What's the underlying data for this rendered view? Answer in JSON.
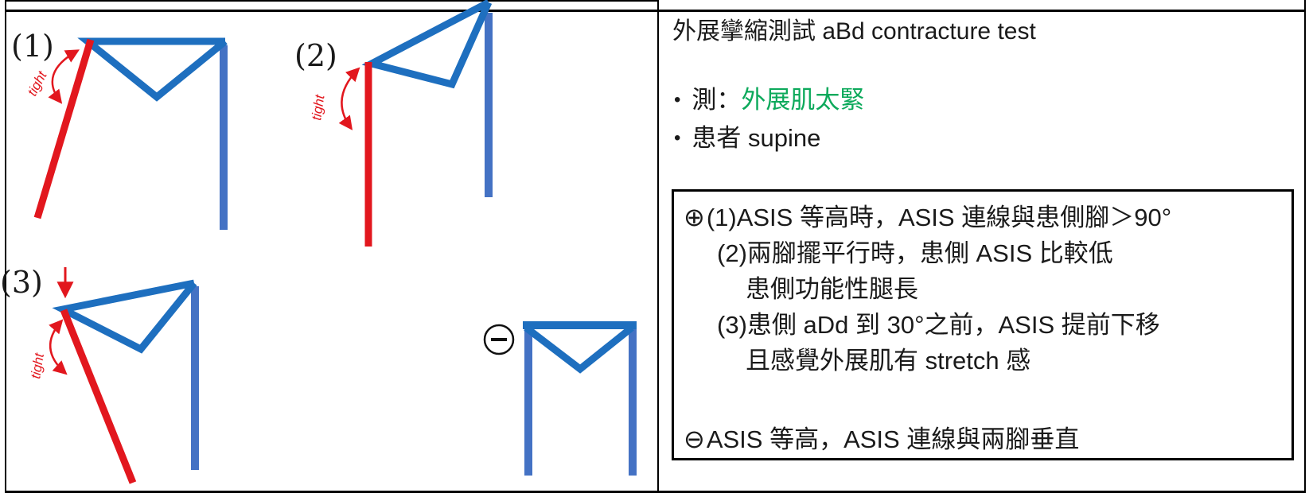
{
  "colors": {
    "diagram_blue": "#1e6fbf",
    "leg_blue": "#4472c4",
    "annotation_red": "#e2171e",
    "highlight_green": "#0ca95b",
    "border_black": "#000000"
  },
  "left_cell": {
    "figures": {
      "fig1": {
        "label": "(1)",
        "annotation": "tight"
      },
      "fig2": {
        "label": "(2)",
        "annotation": "tight"
      },
      "fig3": {
        "label": "(3)",
        "annotation": "tight"
      },
      "negative": {
        "icon": "minus-circle"
      }
    }
  },
  "right_cell": {
    "title": "外展攣縮測試 aBd contracture test",
    "bullets": [
      {
        "bullet": "•",
        "prefix": "測：",
        "highlight": "外展肌太緊"
      },
      {
        "bullet": "•",
        "prefix": "患者 supine",
        "highlight": ""
      }
    ],
    "findings_box": {
      "positive_symbol": "⊕",
      "positive_lines": [
        "(1)ASIS 等高時，ASIS 連線與患側腳＞90°",
        "(2)兩腳擺平行時，患側 ASIS 比較低",
        "患側功能性腿長",
        "(3)患側 aDd 到 30°之前，ASIS 提前下移",
        "且感覺外展肌有 stretch 感"
      ],
      "negative_symbol": "⊖",
      "negative_line": "ASIS 等高，ASIS 連線與兩腳垂直"
    }
  }
}
